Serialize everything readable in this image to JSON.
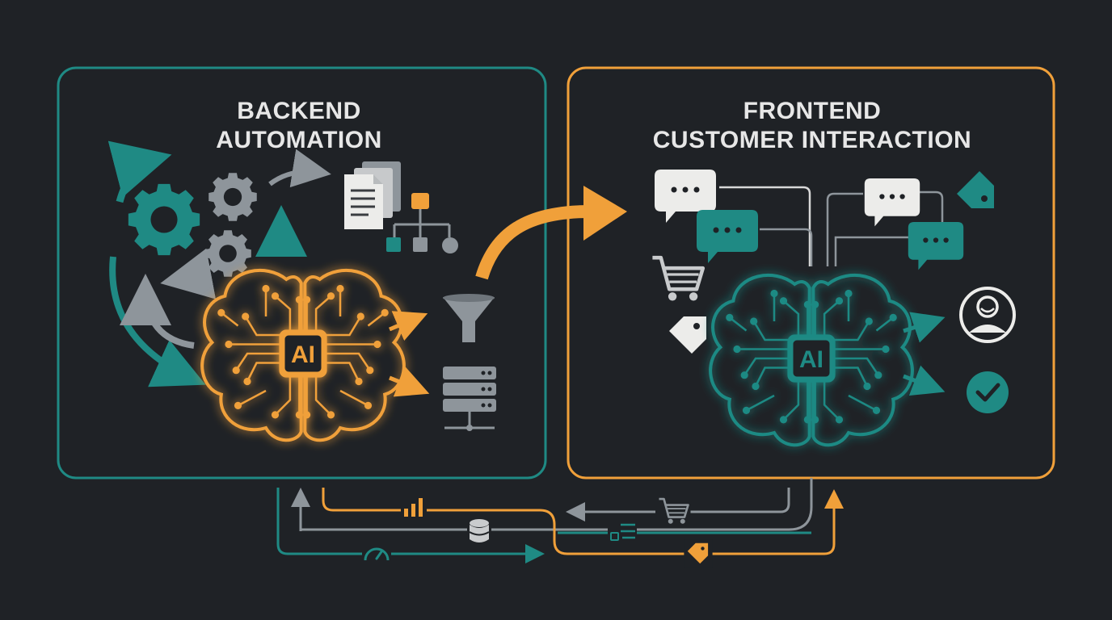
{
  "backend": {
    "title_line1": "BACKEND",
    "title_line2": "AUTOMATION",
    "brain_label": "AI"
  },
  "frontend": {
    "title_line1": "FRONTEND",
    "title_line2": "CUSTOMER INTERACTION",
    "brain_label": "AI"
  },
  "colors": {
    "background": "#1f2226",
    "teal": "#1f8a84",
    "orange": "#f0a03a",
    "gray": "#8e959b",
    "light": "#e8e8e6"
  },
  "icons": {
    "backend": [
      "gear-icon",
      "document-icon",
      "org-chart-icon",
      "brain-icon",
      "funnel-icon",
      "server-icon"
    ],
    "frontend": [
      "chat-bubble-icon",
      "shopping-cart-icon",
      "price-tag-icon",
      "brain-icon",
      "user-avatar-icon",
      "checkmark-icon"
    ],
    "connectors": [
      "bar-chart-icon",
      "database-icon",
      "speedometer-icon",
      "shopping-cart-icon",
      "list-icon",
      "price-tag-icon"
    ]
  }
}
